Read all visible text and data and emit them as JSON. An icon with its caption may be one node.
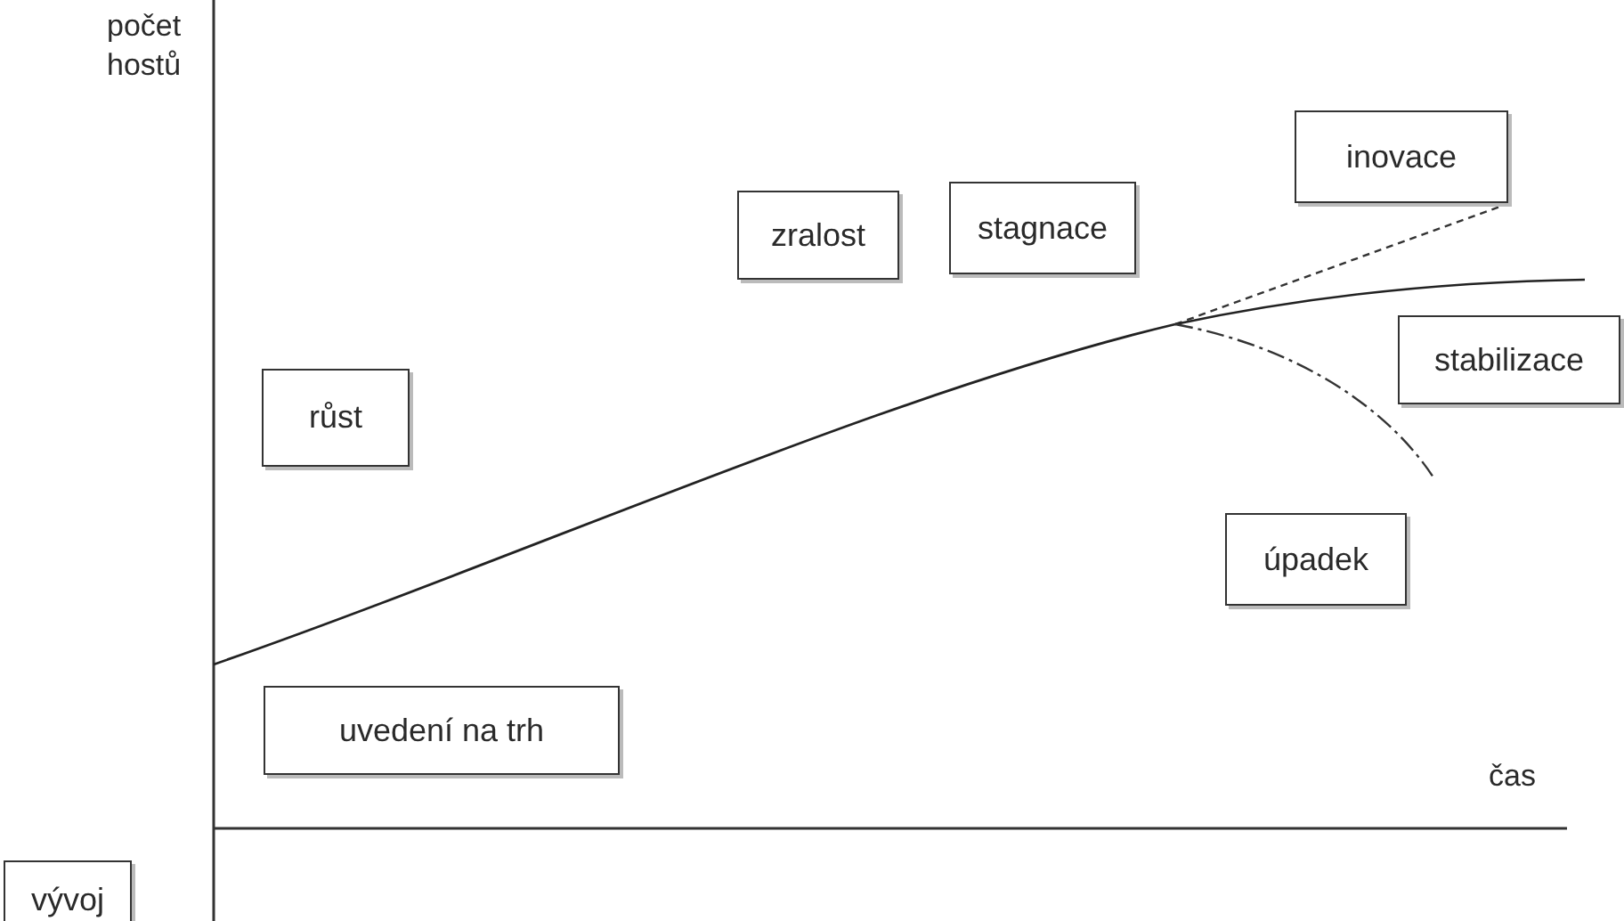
{
  "diagram": {
    "nodes": [
      {
        "text": [
          "inovace"
        ]
      },
      {
        "text": [
          "zralost"
        ]
      },
      {
        "text": [
          "stagnace"
        ]
      },
      {
        "text": [
          "stabilizace"
        ]
      },
      {
        "text": [
          "růst"
        ]
      },
      {
        "text": [
          "úpadek"
        ]
      },
      {
        "text": [
          "uvedení na trh"
        ]
      },
      {
        "text": [
          "vývoj"
        ]
      }
    ],
    "labels": [
      "počet hostů",
      "čas"
    ]
  }
}
